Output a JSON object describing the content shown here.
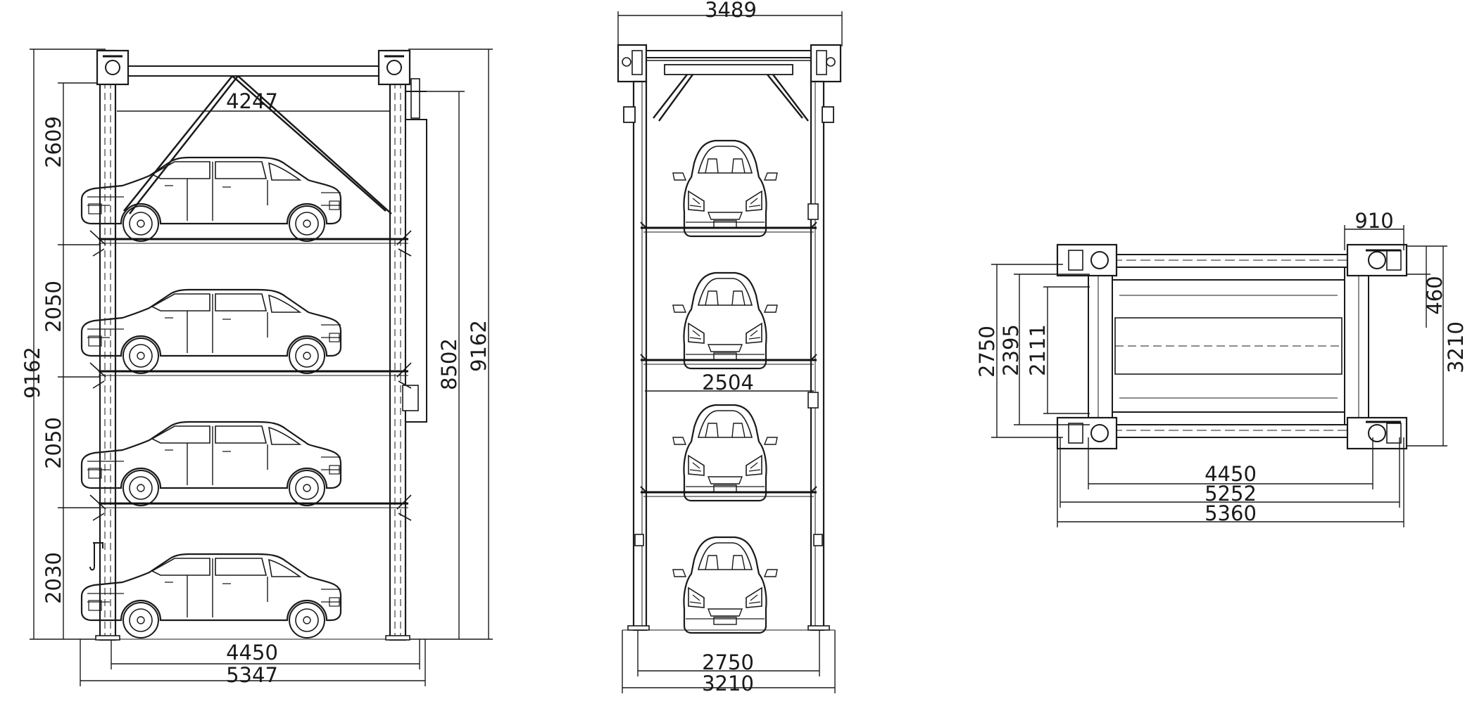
{
  "side_view": {
    "dims": {
      "total_height_left": "9162",
      "level_1": "2609",
      "level_2": "2050",
      "level_3": "2050",
      "level_4": "2030",
      "inner_width": "4247",
      "rail_height": "8502",
      "total_height_right": "9162",
      "post_span": "4450",
      "overall_length": "5347"
    }
  },
  "front_view": {
    "dims": {
      "top_width_partial": "3489",
      "platform_width": "2504",
      "post_inner": "2750",
      "overall_width": "3210"
    }
  },
  "top_view": {
    "dims": {
      "post_depth": "910",
      "outer_width": "2750",
      "rail_width": "2395",
      "platform_width": "2111",
      "post_offset": "460",
      "overall_width": "3210",
      "span": "4450",
      "beam_length": "5252",
      "overall_length": "5360"
    }
  }
}
